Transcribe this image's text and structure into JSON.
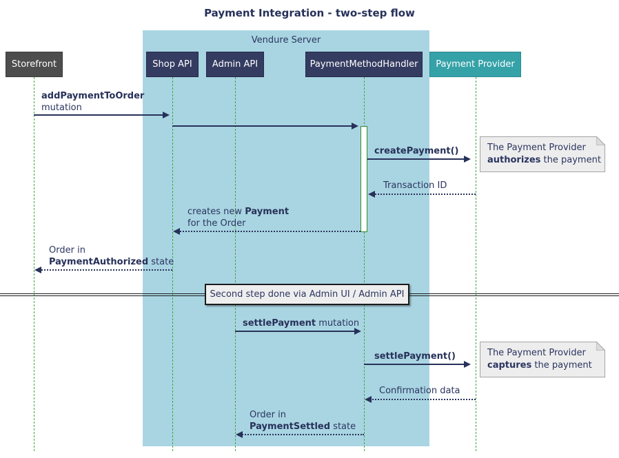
{
  "title": "Payment Integration - two-step flow",
  "container": {
    "label": "Vendure Server"
  },
  "participants": [
    {
      "id": "storefront",
      "label": "Storefront"
    },
    {
      "id": "shop-api",
      "label": "Shop API"
    },
    {
      "id": "admin-api",
      "label": "Admin API"
    },
    {
      "id": "payment-method-handler",
      "label": "PaymentMethodHandler"
    },
    {
      "id": "payment-provider",
      "label": "Payment Provider"
    }
  ],
  "messages": {
    "add_payment": {
      "bold": "addPaymentToOrder",
      "line2": "mutation"
    },
    "create_payment": {
      "bold": "createPayment()"
    },
    "transaction_id": {
      "text": "Transaction ID"
    },
    "creates_payment": {
      "pre": "creates new ",
      "bold": "Payment",
      "line2": "for the Order"
    },
    "order_authorized": {
      "line1": "Order in",
      "bold": "PaymentAuthorized",
      "post": " state"
    },
    "settle_mutation": {
      "bold": "settlePayment",
      "post": " mutation"
    },
    "settle_payment": {
      "bold": "settlePayment()"
    },
    "confirmation": {
      "text": "Confirmation data"
    },
    "order_settled": {
      "line1": "Order in",
      "bold": "PaymentSettled",
      "post": " state"
    }
  },
  "notes": {
    "authorize": {
      "line1": "The Payment Provider",
      "bold": "authorizes",
      "post": " the payment"
    },
    "capture": {
      "line1": "The Payment Provider",
      "bold": "captures",
      "post": " the payment"
    }
  },
  "divider": {
    "label": "Second step done via Admin UI / Admin API"
  },
  "colors": {
    "navy_text": "#273159",
    "participant_navy": "#353c61",
    "participant_gray": "#4d4d4d",
    "participant_teal": "#35a2a8",
    "container_blue": "#a9d5e2",
    "lifeline_green": "#3fa43f",
    "activation_border_green": "#2e8b2e",
    "note_bg": "#ededed",
    "note_border": "#a3a3a3"
  }
}
